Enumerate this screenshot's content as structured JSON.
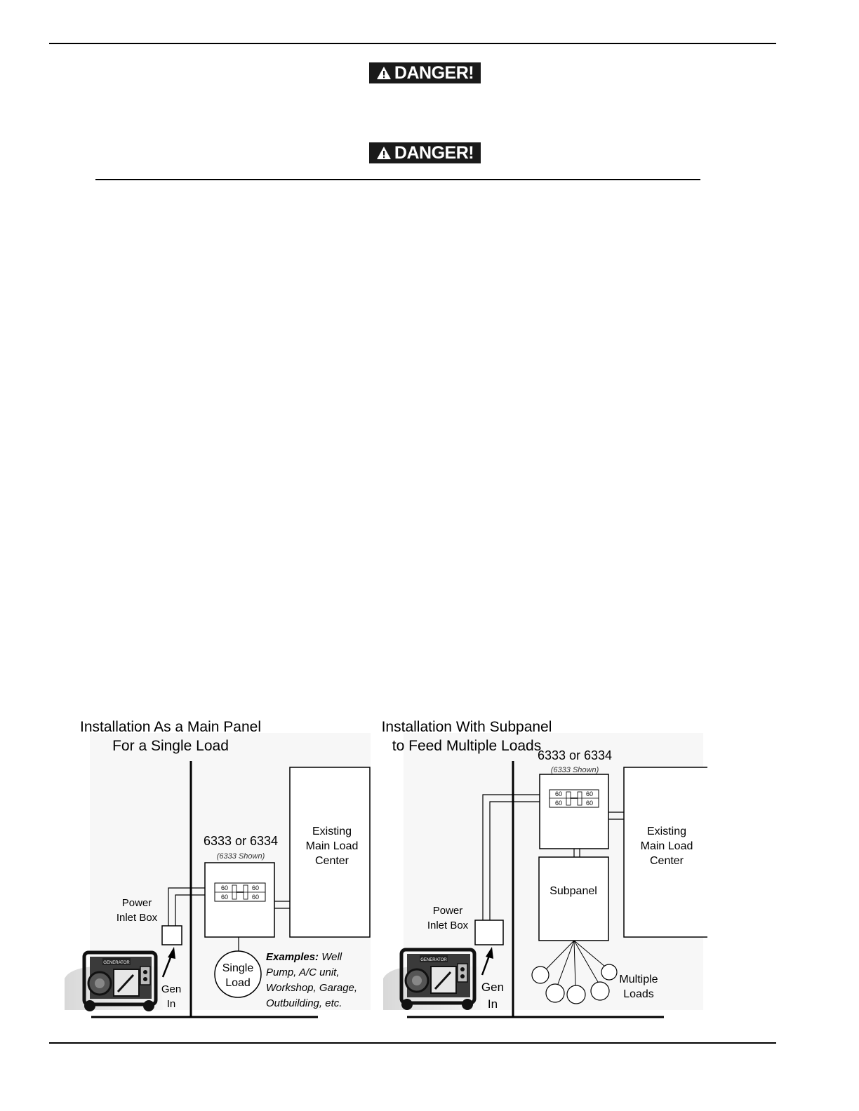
{
  "banners": {
    "top": "DANGER!",
    "bottom": "DANGER!"
  },
  "figure": {
    "left": {
      "title_line1": "Installation As a Main Panel",
      "title_line2": "For a Single Load",
      "model": "6333 or 6334",
      "model_note": "(6333 Shown)",
      "breakers": [
        "60",
        "60",
        "60",
        "60"
      ],
      "main_load_line1": "Existing",
      "main_load_line2": "Main Load",
      "main_load_line3": "Center",
      "inlet_line1": "Power",
      "inlet_line2": "Inlet Box",
      "gen_line1": "Gen",
      "gen_line2": "In",
      "load_line1": "Single",
      "load_line2": "Load",
      "examples_label": "Examples:",
      "examples_line1": "Well",
      "examples_line2": "Pump, A/C unit,",
      "examples_line3": "Workshop, Garage,",
      "examples_line4": "Outbuilding, etc.",
      "generator_badge": "GENERATOR"
    },
    "right": {
      "title_line1": "Installation With Subpanel",
      "title_line2": "to Feed Multiple Loads",
      "model": "6333 or 6334",
      "model_note": "(6333 Shown)",
      "breakers": [
        "60",
        "60",
        "60",
        "60"
      ],
      "main_load_line1": "Existing",
      "main_load_line2": "Main Load",
      "main_load_line3": "Center",
      "subpanel": "Subpanel",
      "inlet_line1": "Power",
      "inlet_line2": "Inlet Box",
      "gen_line1": "Gen",
      "gen_line2": "In",
      "loads_line1": "Multiple",
      "loads_line2": "Loads",
      "generator_badge": "GENERATOR"
    }
  }
}
